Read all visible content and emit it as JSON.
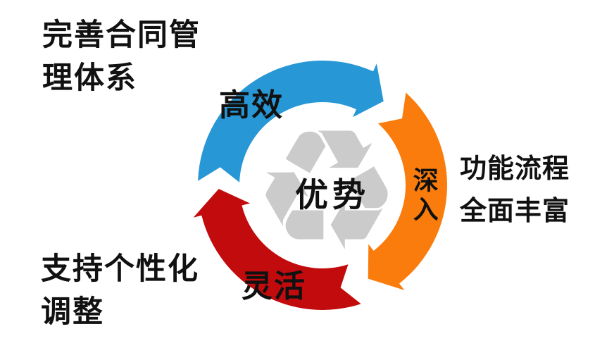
{
  "page": {
    "background": "#ffffff",
    "text_color": "#111111"
  },
  "callouts": {
    "top_left": {
      "lines": [
        "完善合同管",
        "理体系"
      ]
    },
    "right": {
      "lines": [
        "功能流程",
        "全面丰富"
      ]
    },
    "bottom_left": {
      "lines": [
        "支持个性化",
        "调整"
      ]
    }
  },
  "cycle": {
    "center_label": "优势",
    "center_icon": "recycle-icon",
    "center_icon_glyph": "♻",
    "center_icon_color": "#cbcbcb",
    "direction": "clockwise",
    "segments": [
      {
        "id": "efficient",
        "label": "高效",
        "color": "#2897d5",
        "tail_deg": 272,
        "tip_deg": 36
      },
      {
        "id": "deep",
        "label": "深入",
        "color": "#f97c0d",
        "tail_deg": 42,
        "tip_deg": 154
      },
      {
        "id": "flexible",
        "label": "灵活",
        "color": "#c20b0d",
        "tail_deg": 162,
        "tip_deg": 268
      }
    ]
  }
}
